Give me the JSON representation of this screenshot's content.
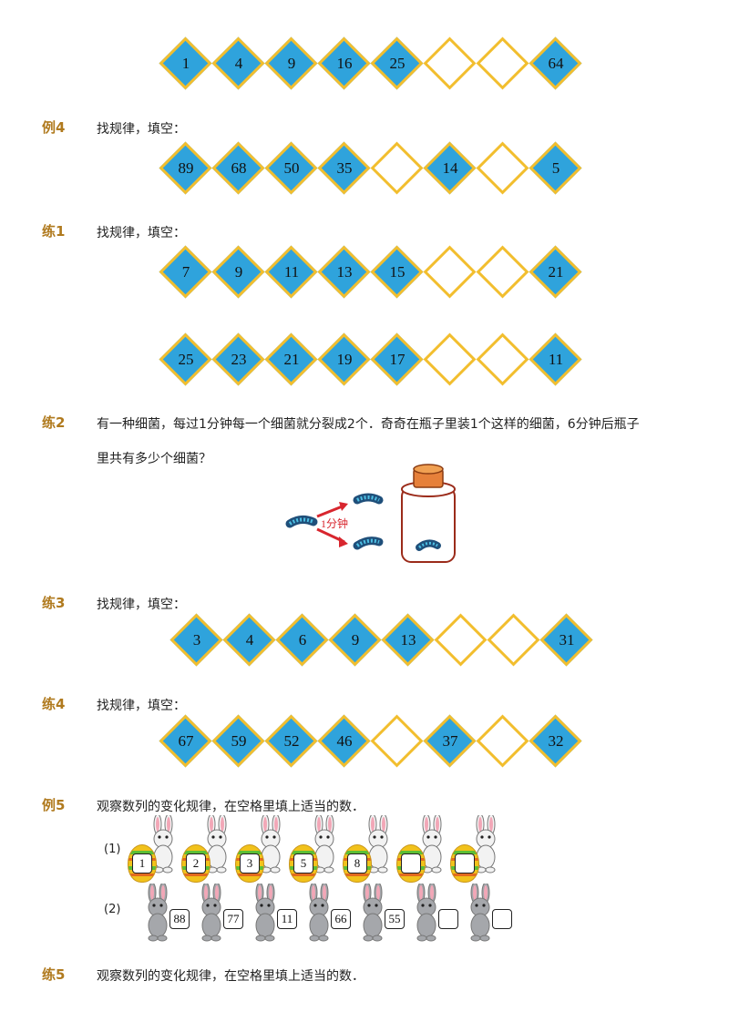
{
  "colors": {
    "diamond_fill": "#2fa3dc",
    "diamond_border": "#f2be2e",
    "label": "#b07a1e"
  },
  "rows": [
    {
      "name": "row-top",
      "values": [
        "1",
        "4",
        "9",
        "16",
        "25",
        "",
        "",
        "64"
      ]
    },
    {
      "name": "row-li4",
      "values": [
        "89",
        "68",
        "50",
        "35",
        "",
        "14",
        "",
        "5"
      ]
    },
    {
      "name": "row-lian1a",
      "values": [
        "7",
        "9",
        "11",
        "13",
        "15",
        "",
        "",
        "21"
      ]
    },
    {
      "name": "row-lian1b",
      "values": [
        "25",
        "23",
        "21",
        "19",
        "17",
        "",
        "",
        "11"
      ]
    },
    {
      "name": "row-lian3",
      "values": [
        "3",
        "4",
        "6",
        "9",
        "13",
        "",
        "",
        "31"
      ]
    },
    {
      "name": "row-lian4",
      "values": [
        "67",
        "59",
        "52",
        "46",
        "",
        "37",
        "",
        "32"
      ]
    }
  ],
  "sections": {
    "li4": {
      "label": "例4",
      "text": "找规律，填空："
    },
    "lian1": {
      "label": "练1",
      "text": "找规律，填空："
    },
    "lian2": {
      "label": "练2",
      "text": "有一种细菌，每过1分钟每一个细菌就分裂成2个．奇奇在瓶子里装1个这样的细菌，6分钟后瓶子",
      "text2": "里共有多少个细菌？",
      "arrow_label": "1分钟"
    },
    "lian3": {
      "label": "练3",
      "text": "找规律，填空："
    },
    "lian4": {
      "label": "练4",
      "text": "找规律，填空："
    },
    "li5": {
      "label": "例5",
      "text": "观察数列的变化规律，在空格里填上适当的数．",
      "sub1_label": "(1)",
      "seq1": [
        "1",
        "2",
        "3",
        "5",
        "8",
        "",
        ""
      ],
      "sub2_label": "(2)",
      "seq2": [
        "88",
        "77",
        "11",
        "66",
        "55",
        "",
        ""
      ]
    },
    "lian5": {
      "label": "练5",
      "text": "观察数列的变化规律，在空格里填上适当的数．"
    }
  }
}
